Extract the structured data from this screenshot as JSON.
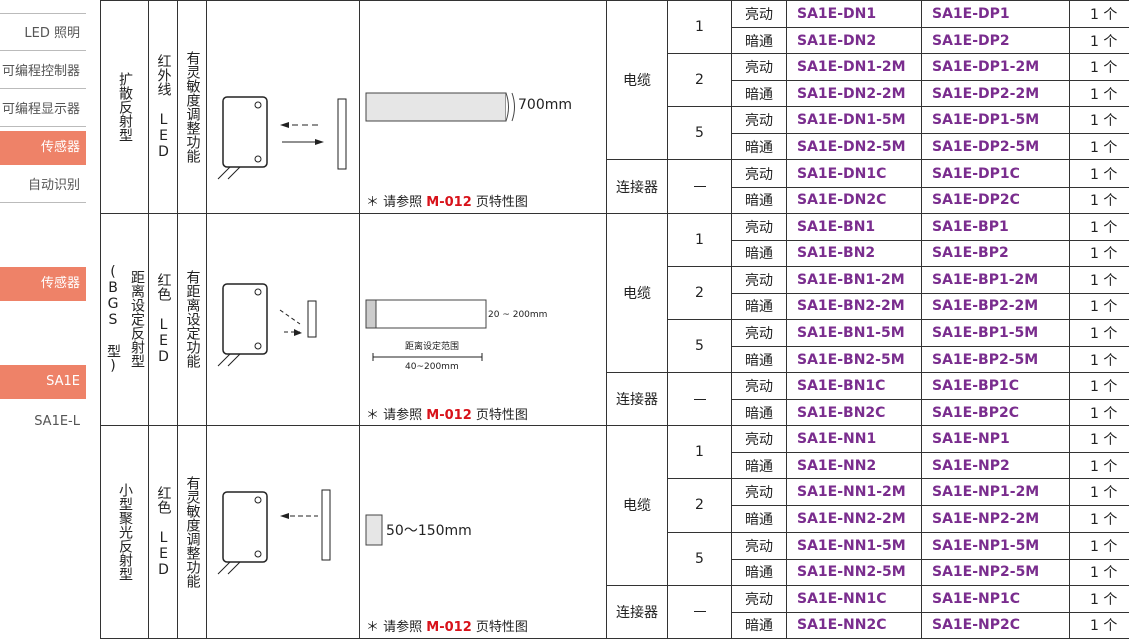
{
  "sidebar": {
    "items": [
      "LED 照明",
      "可编程控制器",
      "可编程显示器",
      "传感器",
      "自动识别",
      "传感器",
      "SA1E",
      "SA1E-L"
    ]
  },
  "note": {
    "prefix": "＊ 请参照 ",
    "ref": "M-012",
    "suffix": " 页特性图"
  },
  "connection": {
    "cable": "电缆",
    "connector": "连接器"
  },
  "sections": [
    {
      "type": "扩散反射型",
      "light": "红外线 LED",
      "feature": "有灵敏度调整功能",
      "range": "700mm",
      "rows": [
        [
          "亮动",
          "SA1E-DN1",
          "SA1E-DP1",
          "1 个"
        ],
        [
          "暗通",
          "SA1E-DN2",
          "SA1E-DP2",
          "1 个"
        ],
        [
          "亮动",
          "SA1E-DN1-2M",
          "SA1E-DP1-2M",
          "1 个"
        ],
        [
          "暗通",
          "SA1E-DN2-2M",
          "SA1E-DP2-2M",
          "1 个"
        ],
        [
          "亮动",
          "SA1E-DN1-5M",
          "SA1E-DP1-5M",
          "1 个"
        ],
        [
          "暗通",
          "SA1E-DN2-5M",
          "SA1E-DP2-5M",
          "1 个"
        ],
        [
          "亮动",
          "SA1E-DN1C",
          "SA1E-DP1C",
          "1 个"
        ],
        [
          "暗通",
          "SA1E-DN2C",
          "SA1E-DP2C",
          "1 个"
        ]
      ]
    },
    {
      "type": "距离设定反射型",
      "type_sub": "(BGS 型)",
      "light": "红色 LED",
      "feature": "有距离设定功能",
      "range": "20 ~ 200mm",
      "range_label": "距离设定范围",
      "range_span": "40~200mm",
      "rows": [
        [
          "亮动",
          "SA1E-BN1",
          "SA1E-BP1",
          "1 个"
        ],
        [
          "暗通",
          "SA1E-BN2",
          "SA1E-BP2",
          "1 个"
        ],
        [
          "亮动",
          "SA1E-BN1-2M",
          "SA1E-BP1-2M",
          "1 个"
        ],
        [
          "暗通",
          "SA1E-BN2-2M",
          "SA1E-BP2-2M",
          "1 个"
        ],
        [
          "亮动",
          "SA1E-BN1-5M",
          "SA1E-BP1-5M",
          "1 个"
        ],
        [
          "暗通",
          "SA1E-BN2-5M",
          "SA1E-BP2-5M",
          "1 个"
        ],
        [
          "亮动",
          "SA1E-BN1C",
          "SA1E-BP1C",
          "1 个"
        ],
        [
          "暗通",
          "SA1E-BN2C",
          "SA1E-BP2C",
          "1 个"
        ]
      ]
    },
    {
      "type": "小型聚光反射型",
      "light": "红色 LED",
      "feature": "有灵敏度调整功能",
      "range": "50～150mm",
      "rows": [
        [
          "亮动",
          "SA1E-NN1",
          "SA1E-NP1",
          "1 个"
        ],
        [
          "暗通",
          "SA1E-NN2",
          "SA1E-NP2",
          "1 个"
        ],
        [
          "亮动",
          "SA1E-NN1-2M",
          "SA1E-NP1-2M",
          "1 个"
        ],
        [
          "暗通",
          "SA1E-NN2-2M",
          "SA1E-NP2-2M",
          "1 个"
        ],
        [
          "亮动",
          "SA1E-NN1-5M",
          "SA1E-NP1-5M",
          "1 个"
        ],
        [
          "暗通",
          "SA1E-NN2-5M",
          "SA1E-NP2-5M",
          "1 个"
        ],
        [
          "亮动",
          "SA1E-NN1C",
          "SA1E-NP1C",
          "1 个"
        ],
        [
          "暗通",
          "SA1E-NN2C",
          "SA1E-NP2C",
          "1 个"
        ]
      ]
    }
  ],
  "cable_lengths": [
    "1",
    "2",
    "5"
  ]
}
